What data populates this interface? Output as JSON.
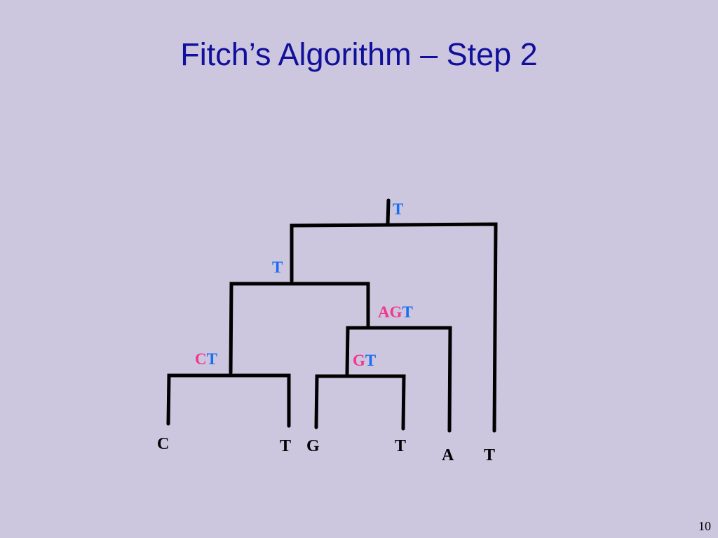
{
  "title": "Fitch’s Algorithm – Step 2",
  "page_number": "10",
  "colors": {
    "background": "#cdc6df",
    "title": "#10109c",
    "blue_state": "#1a6df2",
    "pink_state": "#f2368c",
    "branch": "#000000"
  },
  "tree": {
    "leaves": [
      "C",
      "T",
      "G",
      "T",
      "A",
      "T"
    ],
    "internal_sets": {
      "root": {
        "parts": [
          {
            "t": "T",
            "c": "blue"
          }
        ]
      },
      "left_subtree": {
        "parts": [
          {
            "t": "T",
            "c": "blue"
          }
        ]
      },
      "ct_node": {
        "parts": [
          {
            "t": "C",
            "c": "pink"
          },
          {
            "t": "T",
            "c": "blue"
          }
        ]
      },
      "agt_node": {
        "parts": [
          {
            "t": "AG",
            "c": "pink"
          },
          {
            "t": "T",
            "c": "blue"
          }
        ]
      },
      "gt_node": {
        "parts": [
          {
            "t": "G",
            "c": "pink"
          },
          {
            "t": "T",
            "c": "blue"
          }
        ]
      }
    }
  }
}
